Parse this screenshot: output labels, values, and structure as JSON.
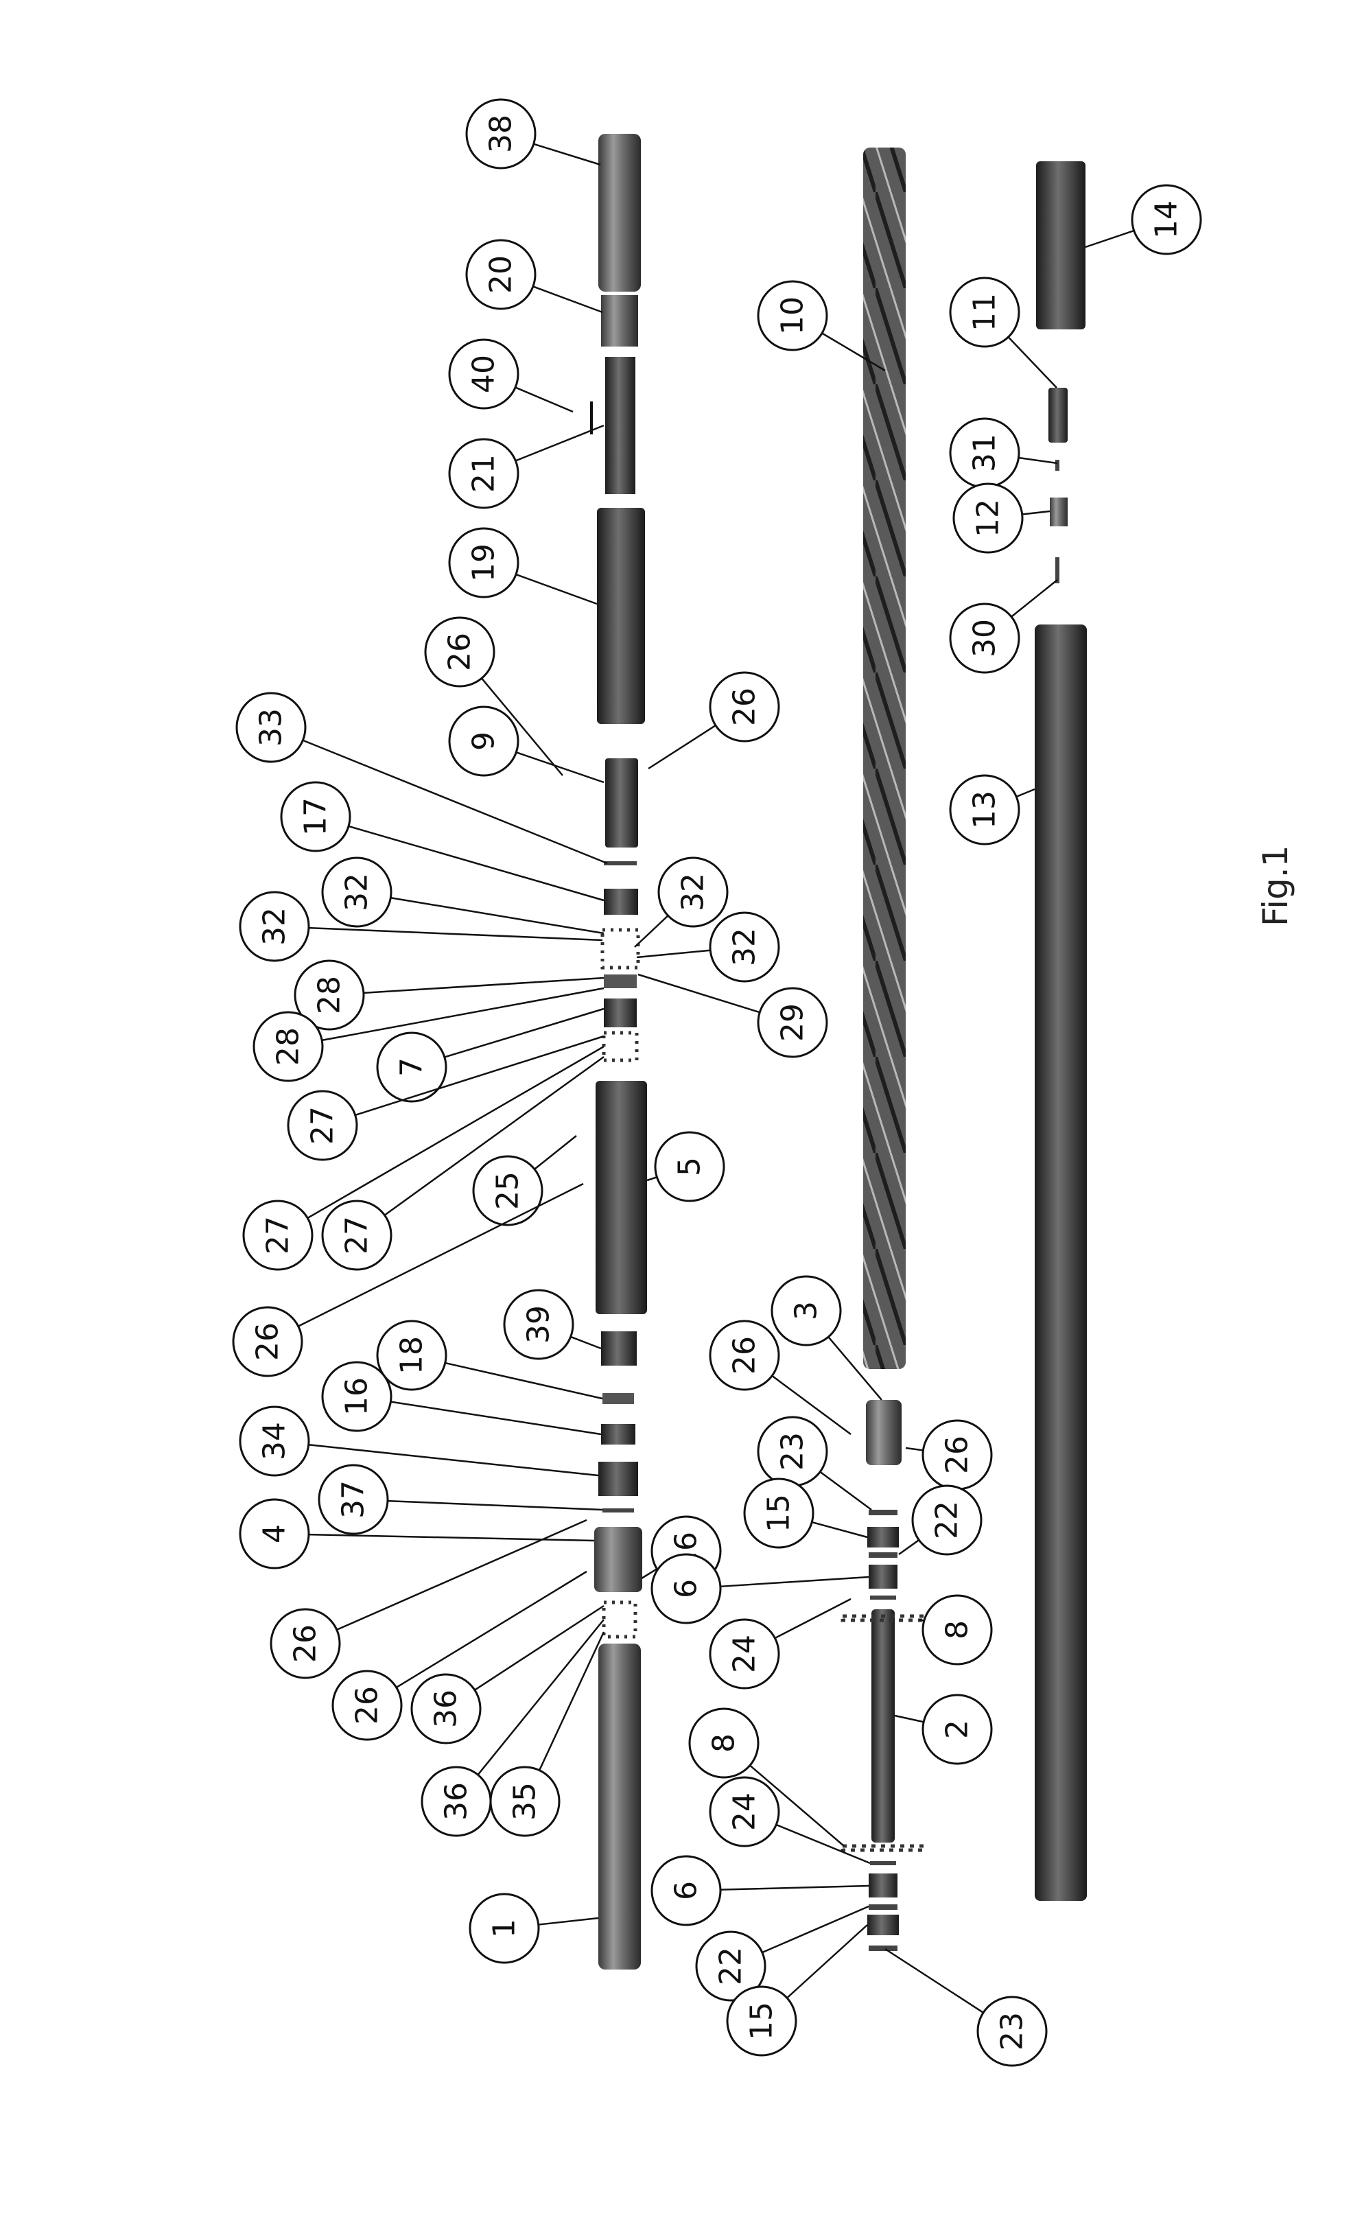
{
  "figure_label": "Fig.1",
  "callouts": [
    {
      "id": "c38",
      "label": "38"
    },
    {
      "id": "c20",
      "label": "20"
    },
    {
      "id": "c40",
      "label": "40"
    },
    {
      "id": "c21",
      "label": "21"
    },
    {
      "id": "c19",
      "label": "19"
    },
    {
      "id": "c26a",
      "label": "26"
    },
    {
      "id": "c26b",
      "label": "26"
    },
    {
      "id": "c9",
      "label": "9"
    },
    {
      "id": "c33",
      "label": "33"
    },
    {
      "id": "c17",
      "label": "17"
    },
    {
      "id": "c32a",
      "label": "32"
    },
    {
      "id": "c32b",
      "label": "32"
    },
    {
      "id": "c32c",
      "label": "32"
    },
    {
      "id": "c32d",
      "label": "32"
    },
    {
      "id": "c28a",
      "label": "28"
    },
    {
      "id": "c28b",
      "label": "28"
    },
    {
      "id": "c29",
      "label": "29"
    },
    {
      "id": "c7",
      "label": "7"
    },
    {
      "id": "c27a",
      "label": "27"
    },
    {
      "id": "c27b",
      "label": "27"
    },
    {
      "id": "c27c",
      "label": "27"
    },
    {
      "id": "c25",
      "label": "25"
    },
    {
      "id": "c5",
      "label": "5"
    },
    {
      "id": "c26c",
      "label": "26"
    },
    {
      "id": "c39",
      "label": "39"
    },
    {
      "id": "c18",
      "label": "18"
    },
    {
      "id": "c16",
      "label": "16"
    },
    {
      "id": "c34",
      "label": "34"
    },
    {
      "id": "c37",
      "label": "37"
    },
    {
      "id": "c4",
      "label": "4"
    },
    {
      "id": "c26d",
      "label": "26"
    },
    {
      "id": "c26e",
      "label": "26"
    },
    {
      "id": "c26f",
      "label": "26"
    },
    {
      "id": "c36a",
      "label": "36"
    },
    {
      "id": "c36b",
      "label": "36"
    },
    {
      "id": "c35",
      "label": "35"
    },
    {
      "id": "c1",
      "label": "1"
    },
    {
      "id": "c10",
      "label": "10"
    },
    {
      "id": "c3",
      "label": "3"
    },
    {
      "id": "c26g",
      "label": "26"
    },
    {
      "id": "c26h",
      "label": "26"
    },
    {
      "id": "c23a",
      "label": "23"
    },
    {
      "id": "c15a",
      "label": "15"
    },
    {
      "id": "c22a",
      "label": "22"
    },
    {
      "id": "c6a",
      "label": "6"
    },
    {
      "id": "c24a",
      "label": "24"
    },
    {
      "id": "c8a",
      "label": "8"
    },
    {
      "id": "c2",
      "label": "2"
    },
    {
      "id": "c8b",
      "label": "8"
    },
    {
      "id": "c24b",
      "label": "24"
    },
    {
      "id": "c6b",
      "label": "6"
    },
    {
      "id": "c22b",
      "label": "22"
    },
    {
      "id": "c15b",
      "label": "15"
    },
    {
      "id": "c23b",
      "label": "23"
    },
    {
      "id": "c14",
      "label": "14"
    },
    {
      "id": "c11",
      "label": "11"
    },
    {
      "id": "c31",
      "label": "31"
    },
    {
      "id": "c12",
      "label": "12"
    },
    {
      "id": "c30",
      "label": "30"
    },
    {
      "id": "c13",
      "label": "13"
    }
  ]
}
